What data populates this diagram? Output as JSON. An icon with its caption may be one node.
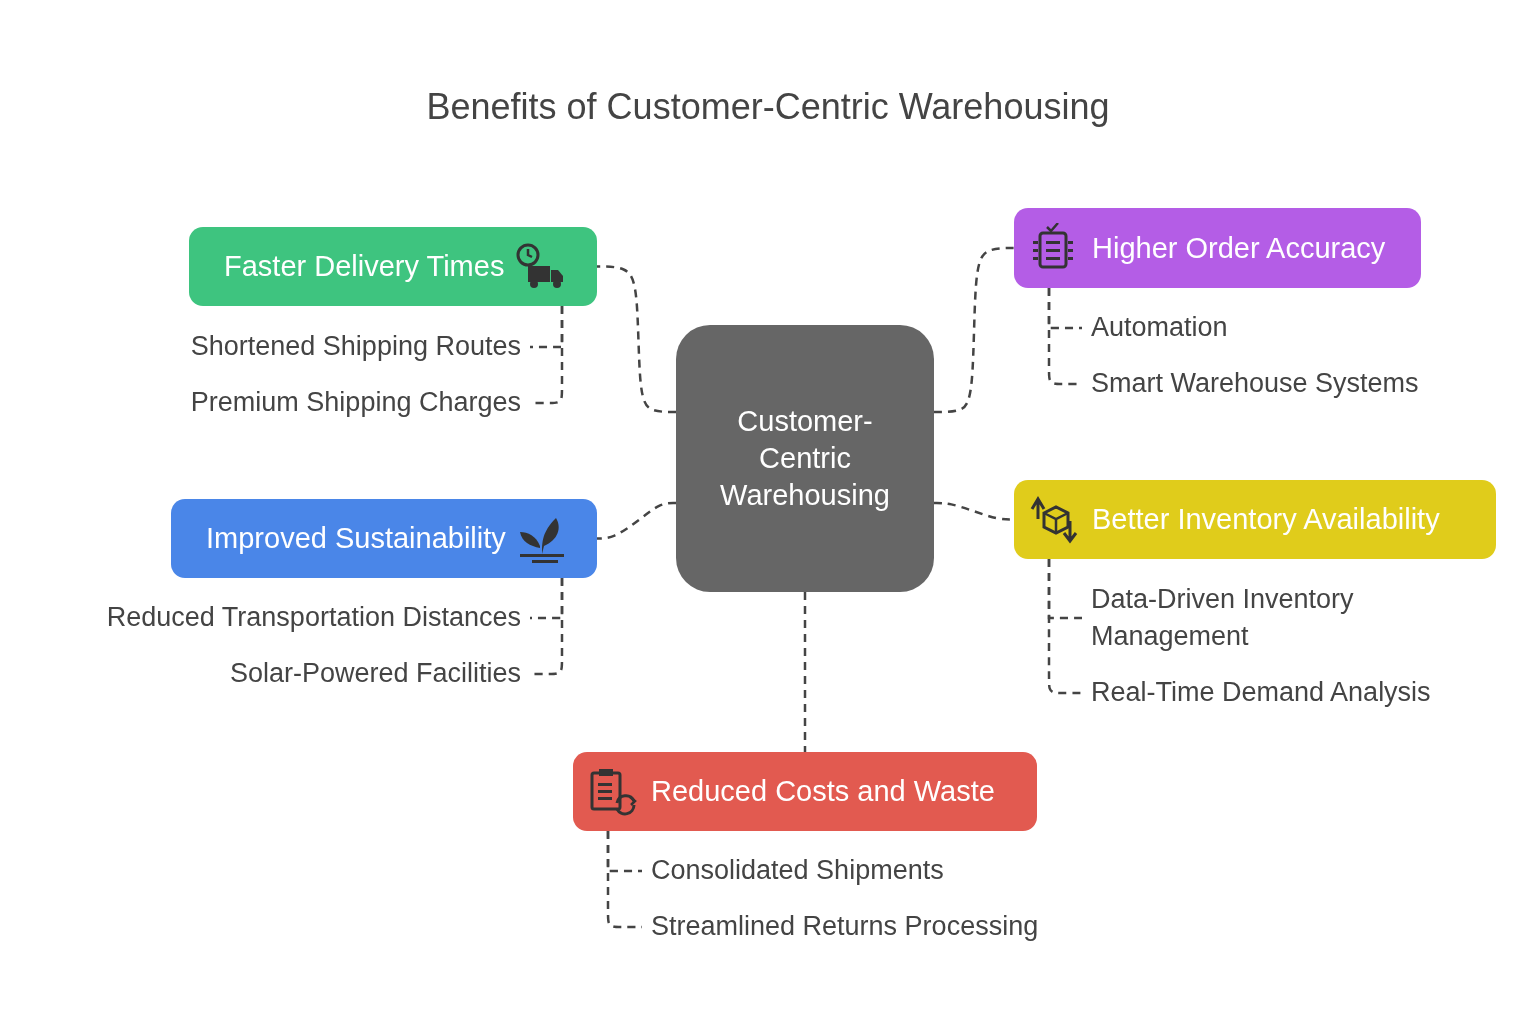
{
  "diagram": {
    "title": "Benefits of Customer-Centric Warehousing",
    "nodes": [
      {
        "text": [
          "Customer-Centric Warehousing"
        ]
      },
      {
        "text": [
          "Faster Delivery Times"
        ]
      },
      {
        "text": [
          "Shortened Shipping Routes"
        ]
      },
      {
        "text": [
          "Premium Shipping Charges"
        ]
      },
      {
        "text": [
          "Improved Sustainability"
        ]
      },
      {
        "text": [
          "Reduced Transportation Distances"
        ]
      },
      {
        "text": [
          "Solar-Powered Facilities"
        ]
      },
      {
        "text": [
          "Higher Order Accuracy"
        ]
      },
      {
        "text": [
          "Automation"
        ]
      },
      {
        "text": [
          "Smart Warehouse Systems"
        ]
      },
      {
        "text": [
          "Better Inventory Availability"
        ]
      },
      {
        "text": [
          "Data-Driven Inventory Management"
        ]
      },
      {
        "text": [
          "Real-Time Demand Analysis"
        ]
      },
      {
        "text": [
          "Reduced Costs and Waste"
        ]
      },
      {
        "text": [
          "Consolidated Shipments"
        ]
      },
      {
        "text": [
          "Streamlined Returns Processing"
        ]
      }
    ],
    "edges": [
      {
        "from": 0,
        "to": 1,
        "arrow": "none",
        "style": "dashed"
      },
      {
        "from": 0,
        "to": 4,
        "arrow": "none",
        "style": "dashed"
      },
      {
        "from": 0,
        "to": 7,
        "arrow": "none",
        "style": "dashed"
      },
      {
        "from": 0,
        "to": 10,
        "arrow": "none",
        "style": "dashed"
      },
      {
        "from": 0,
        "to": 13,
        "arrow": "none",
        "style": "dashed"
      },
      {
        "from": 1,
        "to": 2,
        "arrow": "none",
        "style": "dashed"
      },
      {
        "from": 1,
        "to": 3,
        "arrow": "none",
        "style": "dashed"
      },
      {
        "from": 4,
        "to": 5,
        "arrow": "none",
        "style": "dashed"
      },
      {
        "from": 4,
        "to": 6,
        "arrow": "none",
        "style": "dashed"
      },
      {
        "from": 7,
        "to": 8,
        "arrow": "none",
        "style": "dashed"
      },
      {
        "from": 7,
        "to": 9,
        "arrow": "none",
        "style": "dashed"
      },
      {
        "from": 10,
        "to": 11,
        "arrow": "none",
        "style": "dashed"
      },
      {
        "from": 10,
        "to": 12,
        "arrow": "none",
        "style": "dashed"
      },
      {
        "from": 13,
        "to": 14,
        "arrow": "none",
        "style": "dashed"
      },
      {
        "from": 13,
        "to": 15,
        "arrow": "none",
        "style": "dashed"
      }
    ]
  }
}
